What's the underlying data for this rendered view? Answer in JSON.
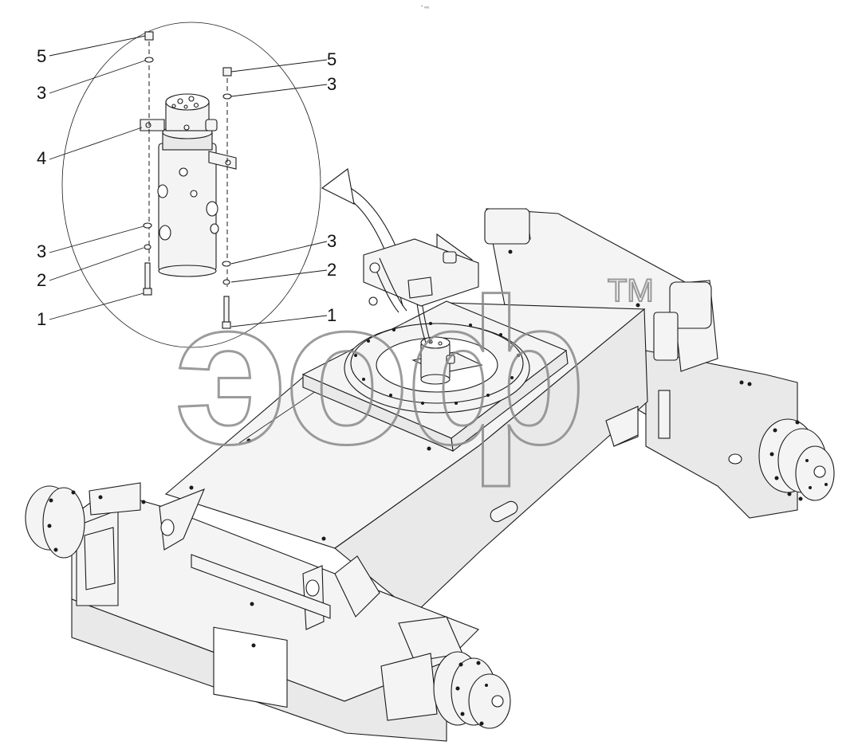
{
  "header_mark": "° ‹‹‹",
  "watermark": {
    "text": "эоф",
    "trademark": "TM"
  },
  "callouts": {
    "left": [
      "5",
      "3",
      "4",
      "3",
      "2",
      "1"
    ],
    "right": [
      "5",
      "3",
      "3",
      "2",
      "1"
    ]
  },
  "colors": {
    "line": "#1a1a1a",
    "watermark": "#8a8a8a",
    "background": "#ffffff"
  }
}
